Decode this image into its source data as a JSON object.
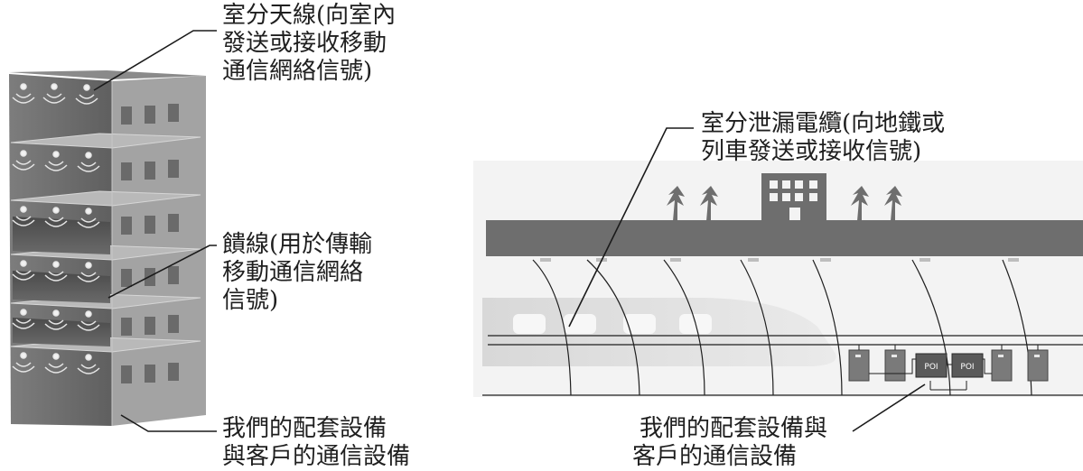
{
  "building_diagram": {
    "antenna_label": [
      "室分天線(向室內",
      "發送或接收移動",
      "通信網絡信號)"
    ],
    "feeder_label": [
      "饋線(用於傳輸",
      "移動通信網絡",
      "信號)"
    ],
    "equipment_label": [
      "我們的配套設備",
      "與客戶的通信設備"
    ]
  },
  "tunnel_diagram": {
    "cable_label": [
      "室分泄漏電纜(向地鐵或",
      "列車發送或接收信號)"
    ],
    "equipment_label": [
      "我們的配套設備與",
      "客戶的通信設備"
    ],
    "poi_labels": [
      "POI",
      "POI"
    ]
  },
  "colors": {
    "building_front": "#6b6b6b",
    "building_side": "#9a9a9a",
    "tunnel_band": "#6e6e6e",
    "line": "#1a1a1a"
  }
}
